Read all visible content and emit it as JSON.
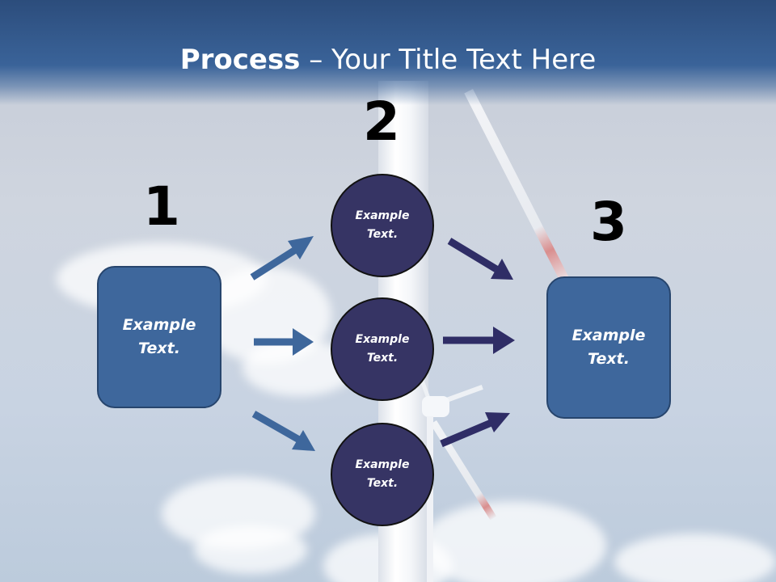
{
  "title": {
    "bold": "Process",
    "rest": " – Your Title Text Here"
  },
  "steps": [
    {
      "number": "1",
      "text": "Example Text."
    },
    {
      "number": "2",
      "items": [
        "Example Text.",
        "Example Text.",
        "Example Text."
      ]
    },
    {
      "number": "3",
      "text": "Example Text."
    }
  ],
  "colors": {
    "title_bar": "#3a6399",
    "box_fill": "#3e679c",
    "circle_fill": "#363464",
    "arrow_left": "#3e679c",
    "arrow_right": "#2f2d66"
  }
}
